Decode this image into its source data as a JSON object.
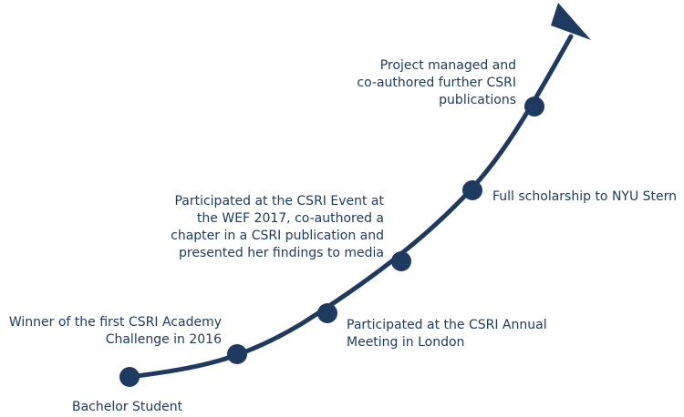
{
  "colors": {
    "line": "#1e3a60",
    "node": "#1e3a60",
    "text": "#1e3a60"
  },
  "milestones": [
    {
      "lines": [
        "Bachelor Student"
      ]
    },
    {
      "lines": [
        "Winner of the first CSRI Academy",
        "Challenge in 2016"
      ]
    },
    {
      "lines": [
        "Participated at the CSRI Annual",
        "Meeting in London"
      ]
    },
    {
      "lines": [
        "Participated at the CSRI Event at",
        "the WEF 2017, co-authored a",
        "chapter in a CSRI publication and",
        "presented her findings to media"
      ]
    },
    {
      "lines": [
        "Full scholarship to NYU Stern"
      ]
    },
    {
      "lines": [
        "Project managed and",
        "co-authored further CSRI",
        "publications"
      ]
    }
  ]
}
